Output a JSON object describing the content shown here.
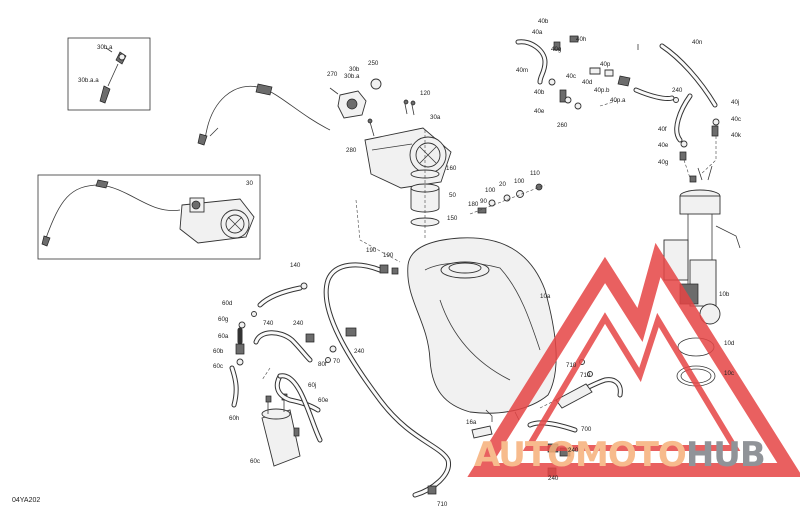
{
  "diagram": {
    "code": "04YA202",
    "inset_label": "30",
    "labels": [
      "30b.a",
      "30b.a.a",
      "270",
      "30b",
      "250",
      "30b.a",
      "120",
      "30a",
      "280",
      "160",
      "50",
      "150",
      "110",
      "100",
      "20",
      "100",
      "90",
      "180",
      "190",
      "190",
      "40b",
      "40a",
      "40h",
      "40g",
      "40m",
      "40c",
      "40p",
      "40d",
      "40p.a",
      "40p.b",
      "40b",
      "40e",
      "40n",
      "240",
      "40j",
      "40c",
      "40k",
      "40f",
      "40e",
      "40g",
      "260",
      "10b",
      "10d",
      "10c",
      "10a",
      "140",
      "60d",
      "60g",
      "60a",
      "60b",
      "60c",
      "60h",
      "740",
      "240",
      "240",
      "80f",
      "70",
      "60j",
      "60e",
      "60c",
      "710",
      "710",
      "700",
      "16a",
      "240",
      "240",
      "710"
    ]
  },
  "watermark": {
    "part1": "AUTO",
    "part2": "MOTO",
    "part3": "HUB",
    "colors": {
      "triangle": "#e64545",
      "light": "#f6b07a",
      "grey": "#7d8187"
    }
  }
}
